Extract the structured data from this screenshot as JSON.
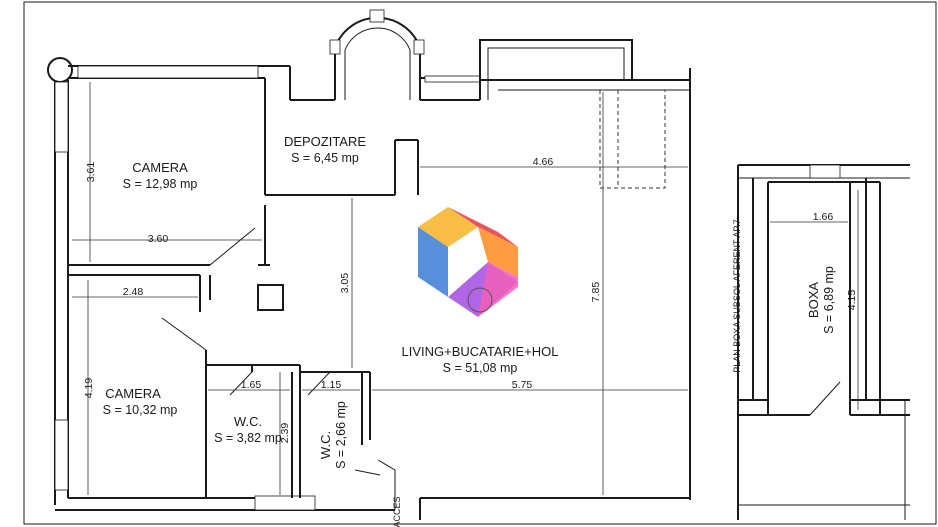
{
  "rooms": {
    "camera1": {
      "name": "CAMERA",
      "area": "S = 12,98 mp"
    },
    "depozitare": {
      "name": "DEPOZITARE",
      "area": "S = 6,45 mp"
    },
    "camera2": {
      "name": "CAMERA",
      "area": "S = 10,32 mp"
    },
    "wc1": {
      "name": "W.C.",
      "area": "S = 3,82 mp"
    },
    "wc2": {
      "name": "W.C.",
      "area": "S = 2,66 mp"
    },
    "living": {
      "name": "LIVING+BUCATARIE+HOL",
      "area": "S = 51,08 mp"
    },
    "boxa": {
      "name": "BOXA",
      "area": "S = 6,89 mp"
    }
  },
  "dimensions": {
    "d361": "3.61",
    "d360": "3.60",
    "d248": "2.48",
    "d419": "4.19",
    "d466": "4.66",
    "d305": "3.05",
    "d785": "7.85",
    "d575": "5.75",
    "d165": "1.65",
    "d115": "1.15",
    "d239": "2.39",
    "d166": "1.66",
    "d415": "4.15"
  },
  "labels": {
    "plan_boxa": "PLAN BOXA SUBSOL AFERENT AP.7",
    "acces": "ACCES"
  },
  "logo": {
    "colors": [
      "#e8373f",
      "#f7b731",
      "#3a7bd5",
      "#a34be0",
      "#f25fb8",
      "#ff8a1f"
    ]
  }
}
